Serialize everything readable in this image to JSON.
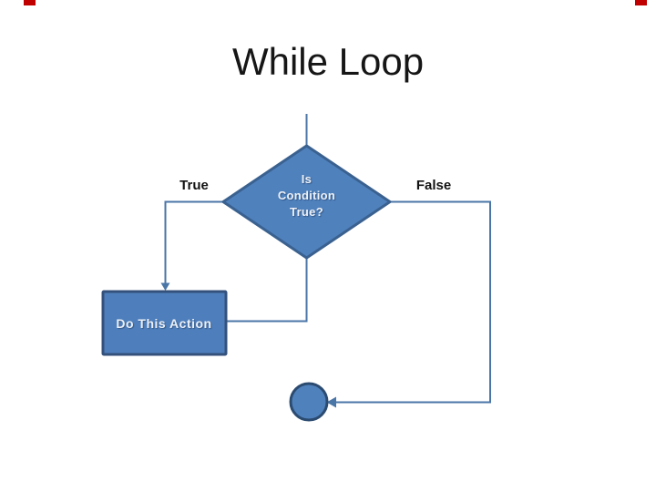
{
  "slide": {
    "title": "While Loop",
    "background": "#ffffff"
  },
  "flowchart": {
    "decision": {
      "lines": [
        "Is",
        "Condition",
        "True?"
      ],
      "full_label": "Is Condition True?",
      "fill": "#4f81bd",
      "border": "#3a618f",
      "text_color": "#edf1f7"
    },
    "process": {
      "label": "Do This Action",
      "fill": "#4e7fbc",
      "border": "#34517c",
      "text_color": "#ecf0f6"
    },
    "terminator": {
      "fill": "#4f81bd",
      "border": "#2b4b70"
    },
    "branches": {
      "true_label": "True",
      "false_label": "False"
    },
    "connector_color": "#4a75a7"
  },
  "annotations": {
    "corner_mark_color": "#c00000"
  }
}
